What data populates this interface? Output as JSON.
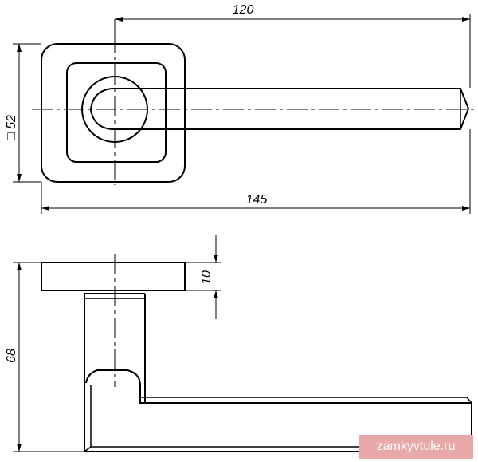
{
  "dimensions": {
    "top_width": "120",
    "plate_square": "□ 52",
    "total_length": "145",
    "rosette_thickness": "10",
    "handle_height": "68"
  },
  "watermark": "zamkyvtule.ru",
  "colors": {
    "line": "#000000",
    "watermark_bg": "#e8a8a8",
    "watermark_text": "#ffffff"
  }
}
